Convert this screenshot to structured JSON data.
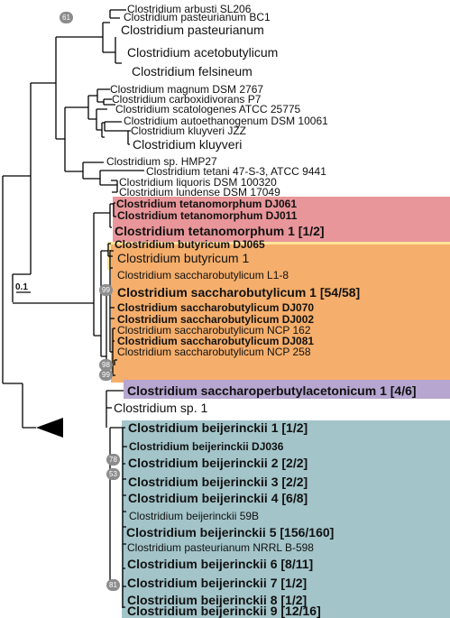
{
  "tree": {
    "scale_label": "0.1",
    "collapsed_clade_icon": "triangle-icon",
    "highlight_colors": {
      "tetanomorphum": "#e8969a",
      "butyricum": "#fde49a",
      "saccharobutylicum": "#f5ae6b",
      "saccharoperbutylacetonicum": "#b6a6d0",
      "beijerinckii": "#a3c4c9"
    },
    "bootstrap_values": [
      "61",
      "99",
      "98",
      "99",
      "78",
      "53",
      "81"
    ],
    "leaves": [
      {
        "label": "Clostridium arbusti SL206",
        "bold": false
      },
      {
        "label": "Clostridium pasteurianum BC1",
        "bold": false
      },
      {
        "label": "Clostridium pasteurianum",
        "bold": false
      },
      {
        "label": "Clostridium acetobutylicum",
        "bold": false
      },
      {
        "label": "Clostridium felsineum",
        "bold": false
      },
      {
        "label": "Clostridium magnum DSM 2767",
        "bold": false
      },
      {
        "label": "Clostridium carboxidivorans P7",
        "bold": false
      },
      {
        "label": "Clostridium scatologenes ATCC 25775",
        "bold": false
      },
      {
        "label": "Clostridium autoethanogenum DSM 10061",
        "bold": false
      },
      {
        "label": "Clostridium kluyveri JZZ",
        "bold": false
      },
      {
        "label": "Clostridium kluyveri",
        "bold": false
      },
      {
        "label": "Clostridium sp. HMP27",
        "bold": false
      },
      {
        "label": "Clostridium tetani 47-S-3, ATCC 9441",
        "bold": false
      },
      {
        "label": "Clostridium liquoris DSM 100320",
        "bold": false
      },
      {
        "label": "Clostridium lundense DSM 17049",
        "bold": false
      },
      {
        "label": "Clostridium tetanomorphum DJ061",
        "bold": true
      },
      {
        "label": "Clostridium tetanomorphum DJ011",
        "bold": true
      },
      {
        "label": "Clostridium tetanomorphum 1 [1/2]",
        "bold": true
      },
      {
        "label": "Clostridium butyricum DJ065",
        "bold": true
      },
      {
        "label": "Clostridium butyricum 1",
        "bold": false
      },
      {
        "label": "Clostridium saccharobutylicum L1-8",
        "bold": false
      },
      {
        "label": "Clostridium saccharobutylicum 1 [54/58]",
        "bold": true
      },
      {
        "label": "Clostridium saccharobutylicum DJ070",
        "bold": true
      },
      {
        "label": "Clostridium saccharobutylicum DJ002",
        "bold": true
      },
      {
        "label": "Clostridium saccharobutylicum NCP 162",
        "bold": false
      },
      {
        "label": "Clostridium saccharobutylicum DJ081",
        "bold": true
      },
      {
        "label": "Clostridium saccharobutylicum NCP 258",
        "bold": false
      },
      {
        "label": "Clostridium saccharoperbutylacetonicum 1 [4/6]",
        "bold": true
      },
      {
        "label": "Clostridium sp. 1",
        "bold": false
      },
      {
        "label": "Clostridium beijerinckii 1 [1/2]",
        "bold": true
      },
      {
        "label": "Clostridium beijerinckii DJ036",
        "bold": true
      },
      {
        "label": "Clostridium beijerinckii 2 [2/2]",
        "bold": true
      },
      {
        "label": "Clostridium beijerinckii 3 [2/2]",
        "bold": true
      },
      {
        "label": "Clostridium beijerinckii 4 [6/8]",
        "bold": true
      },
      {
        "label": "Clostridium beijerinckii 59B",
        "bold": false
      },
      {
        "label": "Clostridium beijerinckii 5 [156/160]",
        "bold": true
      },
      {
        "label": "Clostridium pasteurianum NRRL B-598",
        "bold": false
      },
      {
        "label": "Clostridium beijerinckii 6 [8/11]",
        "bold": true
      },
      {
        "label": "Clostridium beijerinckii 7 [1/2]",
        "bold": true
      },
      {
        "label": "Clostridium beijerinckii 8 [1/2]",
        "bold": true
      },
      {
        "label": "Clostridium beijerinckii 9 [12/16]",
        "bold": true
      }
    ]
  }
}
